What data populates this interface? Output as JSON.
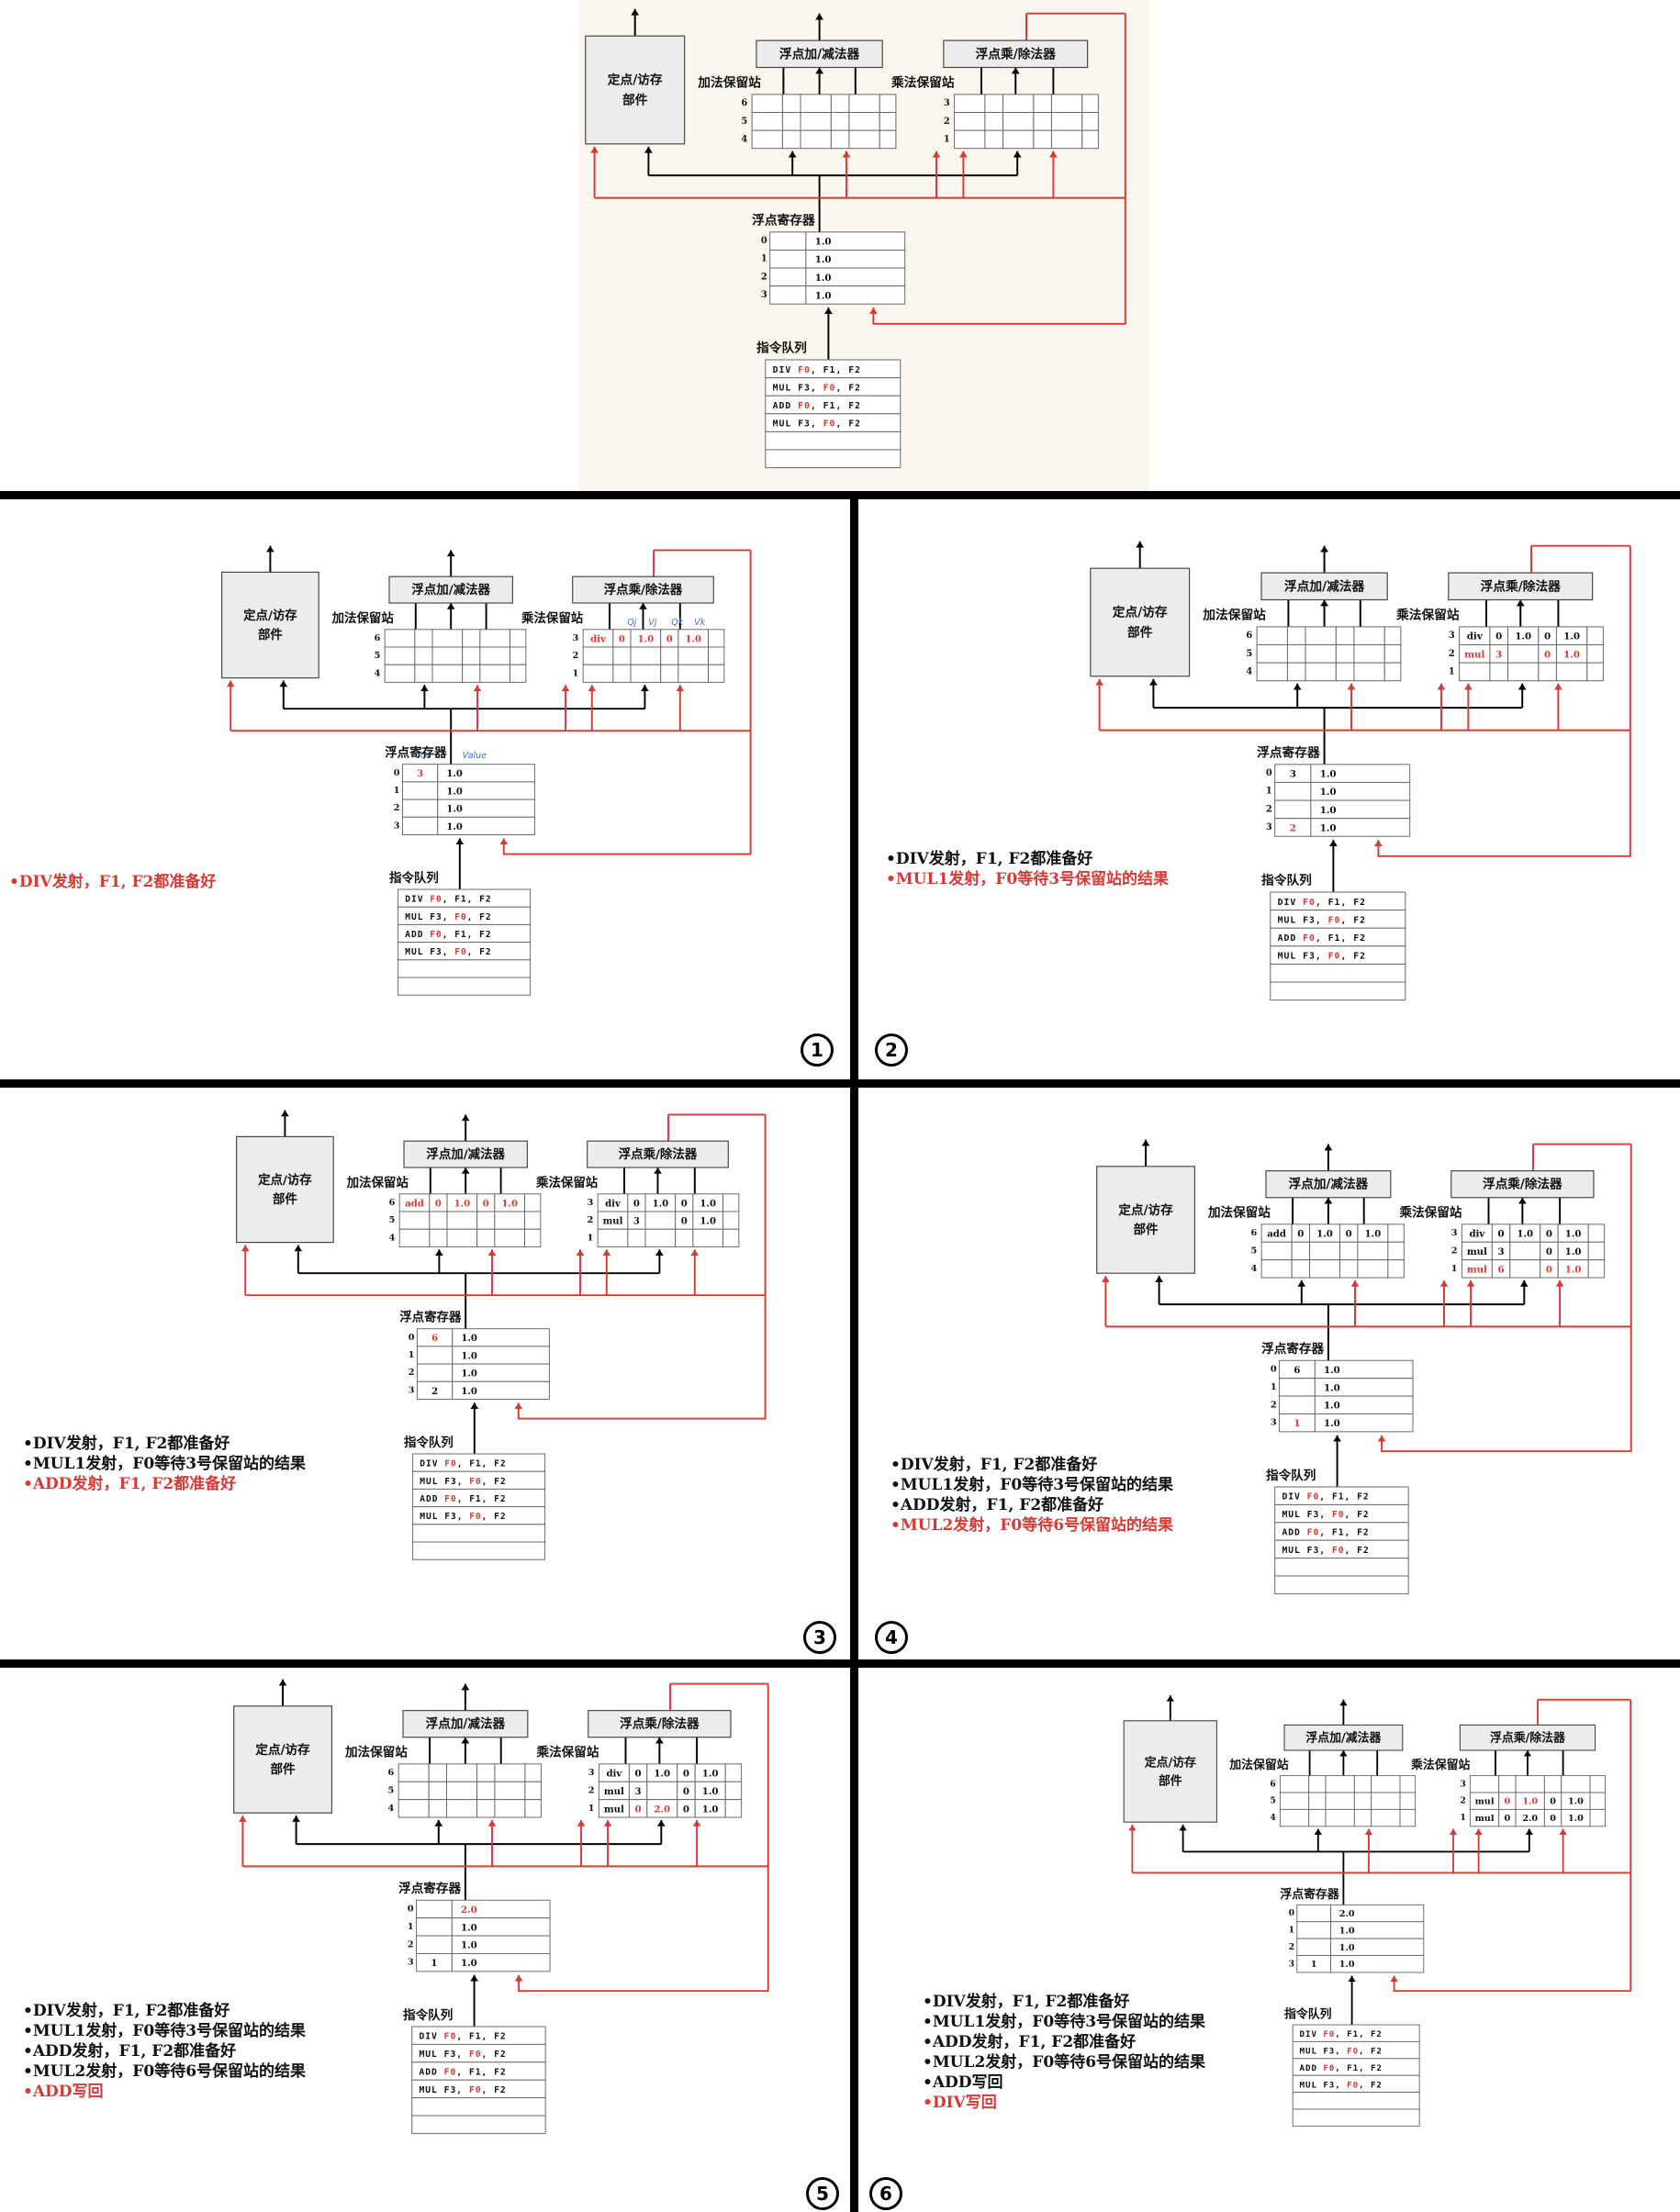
{
  "labels": {
    "fixed_unit": [
      "定点/访存",
      "部件"
    ],
    "fp_adder": "浮点加/减法器",
    "fp_multiplier": "浮点乘/除法器",
    "add_station": "加法保留站",
    "mul_station": "乘法保留站",
    "fp_registers": "浮点寄存器",
    "instr_queue": "指令队列",
    "hand_marks": {
      "qj": "Qj",
      "vj": "Vj",
      "qk": "Qk",
      "vk": "Vk",
      "qi": "Qi",
      "value": "Value"
    }
  },
  "instructions": [
    [
      "DIV",
      "F0",
      "F1",
      "F2"
    ],
    [
      "MUL",
      "F3",
      "F0",
      "F2"
    ],
    [
      "ADD",
      "F0",
      "F1",
      "F2"
    ],
    [
      "MUL",
      "F3",
      "F0",
      "F2"
    ]
  ],
  "colors": {
    "accent_red": "#d63a34",
    "wire_black": "#000000",
    "unit_gray": "#ececec",
    "annotation_blue": "#3a6fd8"
  },
  "panels": [
    {
      "id": "initial",
      "step": "",
      "add_rows": [
        {
          "idx": "6",
          "cells": [
            "",
            "",
            "",
            "",
            ""
          ]
        },
        {
          "idx": "5",
          "cells": [
            "",
            "",
            "",
            "",
            ""
          ]
        },
        {
          "idx": "4",
          "cells": [
            "",
            "",
            "",
            "",
            ""
          ]
        }
      ],
      "mul_rows": [
        {
          "idx": "3",
          "cells": [
            "",
            "",
            "",
            "",
            ""
          ]
        },
        {
          "idx": "2",
          "cells": [
            "",
            "",
            "",
            "",
            ""
          ]
        },
        {
          "idx": "1",
          "cells": [
            "",
            "",
            "",
            "",
            ""
          ]
        }
      ],
      "regs": [
        {
          "idx": "0",
          "q": "",
          "v": "1.0"
        },
        {
          "idx": "1",
          "q": "",
          "v": "1.0"
        },
        {
          "idx": "2",
          "q": "",
          "v": "1.0"
        },
        {
          "idx": "3",
          "q": "",
          "v": "1.0"
        }
      ],
      "notes": []
    },
    {
      "id": "step1",
      "step": "①",
      "add_rows": [
        {
          "idx": "6",
          "cells": [
            "",
            "",
            "",
            "",
            ""
          ]
        },
        {
          "idx": "5",
          "cells": [
            "",
            "",
            "",
            "",
            ""
          ]
        },
        {
          "idx": "4",
          "cells": [
            "",
            "",
            "",
            "",
            ""
          ]
        }
      ],
      "mul_rows": [
        {
          "idx": "3",
          "cells": [
            "div",
            "0",
            "1.0",
            "0",
            "1.0"
          ],
          "red": [
            0,
            1,
            2,
            3,
            4
          ]
        },
        {
          "idx": "2",
          "cells": [
            "",
            "",
            "",
            "",
            ""
          ]
        },
        {
          "idx": "1",
          "cells": [
            "",
            "",
            "",
            "",
            ""
          ]
        }
      ],
      "regs": [
        {
          "idx": "0",
          "q": "3",
          "v": "1.0",
          "qred": true
        },
        {
          "idx": "1",
          "q": "",
          "v": "1.0"
        },
        {
          "idx": "2",
          "q": "",
          "v": "1.0"
        },
        {
          "idx": "3",
          "q": "",
          "v": "1.0"
        }
      ],
      "notes": [
        {
          "text": "•DIV发射，F1, F2都准备好",
          "red": true
        }
      ]
    },
    {
      "id": "step2",
      "step": "②",
      "add_rows": [
        {
          "idx": "6",
          "cells": [
            "",
            "",
            "",
            "",
            ""
          ]
        },
        {
          "idx": "5",
          "cells": [
            "",
            "",
            "",
            "",
            ""
          ]
        },
        {
          "idx": "4",
          "cells": [
            "",
            "",
            "",
            "",
            ""
          ]
        }
      ],
      "mul_rows": [
        {
          "idx": "3",
          "cells": [
            "div",
            "0",
            "1.0",
            "0",
            "1.0"
          ]
        },
        {
          "idx": "2",
          "cells": [
            "mul",
            "3",
            "",
            "0",
            "1.0"
          ],
          "red": [
            0,
            1,
            3,
            4
          ]
        },
        {
          "idx": "1",
          "cells": [
            "",
            "",
            "",
            "",
            ""
          ]
        }
      ],
      "regs": [
        {
          "idx": "0",
          "q": "3",
          "v": "1.0"
        },
        {
          "idx": "1",
          "q": "",
          "v": "1.0"
        },
        {
          "idx": "2",
          "q": "",
          "v": "1.0"
        },
        {
          "idx": "3",
          "q": "2",
          "v": "1.0",
          "qred": true
        }
      ],
      "notes": [
        {
          "text": "•DIV发射，F1, F2都准备好",
          "red": false
        },
        {
          "text": "•MUL1发射，F0等待3号保留站的结果",
          "red": true
        }
      ]
    },
    {
      "id": "step3",
      "step": "③",
      "add_rows": [
        {
          "idx": "6",
          "cells": [
            "add",
            "0",
            "1.0",
            "0",
            "1.0"
          ],
          "red": [
            0,
            1,
            2,
            3,
            4
          ]
        },
        {
          "idx": "5",
          "cells": [
            "",
            "",
            "",
            "",
            ""
          ]
        },
        {
          "idx": "4",
          "cells": [
            "",
            "",
            "",
            "",
            ""
          ]
        }
      ],
      "mul_rows": [
        {
          "idx": "3",
          "cells": [
            "div",
            "0",
            "1.0",
            "0",
            "1.0"
          ]
        },
        {
          "idx": "2",
          "cells": [
            "mul",
            "3",
            "",
            "0",
            "1.0"
          ]
        },
        {
          "idx": "1",
          "cells": [
            "",
            "",
            "",
            "",
            ""
          ]
        }
      ],
      "regs": [
        {
          "idx": "0",
          "q": "6",
          "v": "1.0",
          "qred": true
        },
        {
          "idx": "1",
          "q": "",
          "v": "1.0"
        },
        {
          "idx": "2",
          "q": "",
          "v": "1.0"
        },
        {
          "idx": "3",
          "q": "2",
          "v": "1.0"
        }
      ],
      "notes": [
        {
          "text": "•DIV发射，F1, F2都准备好",
          "red": false
        },
        {
          "text": "•MUL1发射，F0等待3号保留站的结果",
          "red": false
        },
        {
          "text": "•ADD发射，F1, F2都准备好",
          "red": true
        }
      ]
    },
    {
      "id": "step4",
      "step": "④",
      "add_rows": [
        {
          "idx": "6",
          "cells": [
            "add",
            "0",
            "1.0",
            "0",
            "1.0"
          ]
        },
        {
          "idx": "5",
          "cells": [
            "",
            "",
            "",
            "",
            ""
          ]
        },
        {
          "idx": "4",
          "cells": [
            "",
            "",
            "",
            "",
            ""
          ]
        }
      ],
      "mul_rows": [
        {
          "idx": "3",
          "cells": [
            "div",
            "0",
            "1.0",
            "0",
            "1.0"
          ]
        },
        {
          "idx": "2",
          "cells": [
            "mul",
            "3",
            "",
            "0",
            "1.0"
          ]
        },
        {
          "idx": "1",
          "cells": [
            "mul",
            "6",
            "",
            "0",
            "1.0"
          ],
          "red": [
            0,
            1,
            3,
            4
          ]
        }
      ],
      "regs": [
        {
          "idx": "0",
          "q": "6",
          "v": "1.0"
        },
        {
          "idx": "1",
          "q": "",
          "v": "1.0"
        },
        {
          "idx": "2",
          "q": "",
          "v": "1.0"
        },
        {
          "idx": "3",
          "q": "1",
          "v": "1.0",
          "qred": true
        }
      ],
      "notes": [
        {
          "text": "•DIV发射，F1, F2都准备好",
          "red": false
        },
        {
          "text": "•MUL1发射，F0等待3号保留站的结果",
          "red": false
        },
        {
          "text": "•ADD发射，F1, F2都准备好",
          "red": false
        },
        {
          "text": "•MUL2发射，F0等待6号保留站的结果",
          "red": true
        }
      ]
    },
    {
      "id": "step5",
      "step": "⑤",
      "add_rows": [
        {
          "idx": "6",
          "cells": [
            "",
            "",
            "",
            "",
            ""
          ]
        },
        {
          "idx": "5",
          "cells": [
            "",
            "",
            "",
            "",
            ""
          ]
        },
        {
          "idx": "4",
          "cells": [
            "",
            "",
            "",
            "",
            ""
          ]
        }
      ],
      "mul_rows": [
        {
          "idx": "3",
          "cells": [
            "div",
            "0",
            "1.0",
            "0",
            "1.0"
          ]
        },
        {
          "idx": "2",
          "cells": [
            "mul",
            "3",
            "",
            "0",
            "1.0"
          ]
        },
        {
          "idx": "1",
          "cells": [
            "mul",
            "0",
            "2.0",
            "0",
            "1.0"
          ],
          "red": [
            1,
            2
          ]
        }
      ],
      "regs": [
        {
          "idx": "0",
          "q": "",
          "v": "2.0",
          "vred": true
        },
        {
          "idx": "1",
          "q": "",
          "v": "1.0"
        },
        {
          "idx": "2",
          "q": "",
          "v": "1.0"
        },
        {
          "idx": "3",
          "q": "1",
          "v": "1.0"
        }
      ],
      "notes": [
        {
          "text": "•DIV发射，F1, F2都准备好",
          "red": false
        },
        {
          "text": "•MUL1发射，F0等待3号保留站的结果",
          "red": false
        },
        {
          "text": "•ADD发射，F1, F2都准备好",
          "red": false
        },
        {
          "text": "•MUL2发射，F0等待6号保留站的结果",
          "red": false
        },
        {
          "text": "•ADD写回",
          "red": true
        }
      ]
    },
    {
      "id": "step6",
      "step": "⑥",
      "add_rows": [
        {
          "idx": "6",
          "cells": [
            "",
            "",
            "",
            "",
            ""
          ]
        },
        {
          "idx": "5",
          "cells": [
            "",
            "",
            "",
            "",
            ""
          ]
        },
        {
          "idx": "4",
          "cells": [
            "",
            "",
            "",
            "",
            ""
          ]
        }
      ],
      "mul_rows": [
        {
          "idx": "3",
          "cells": [
            "",
            "",
            "",
            "",
            ""
          ]
        },
        {
          "idx": "2",
          "cells": [
            "mul",
            "0",
            "1.0",
            "0",
            "1.0"
          ],
          "red": [
            1,
            2
          ]
        },
        {
          "idx": "1",
          "cells": [
            "mul",
            "0",
            "2.0",
            "0",
            "1.0"
          ]
        }
      ],
      "regs": [
        {
          "idx": "0",
          "q": "",
          "v": "2.0"
        },
        {
          "idx": "1",
          "q": "",
          "v": "1.0"
        },
        {
          "idx": "2",
          "q": "",
          "v": "1.0"
        },
        {
          "idx": "3",
          "q": "1",
          "v": "1.0"
        }
      ],
      "notes": [
        {
          "text": "•DIV发射，F1, F2都准备好",
          "red": false
        },
        {
          "text": "•MUL1发射，F0等待3号保留站的结果",
          "red": false
        },
        {
          "text": "•ADD发射，F1, F2都准备好",
          "red": false
        },
        {
          "text": "•MUL2发射，F0等待6号保留站的结果",
          "red": false
        },
        {
          "text": "•ADD写回",
          "red": false
        },
        {
          "text": "•DIV写回",
          "red": true
        }
      ]
    }
  ]
}
